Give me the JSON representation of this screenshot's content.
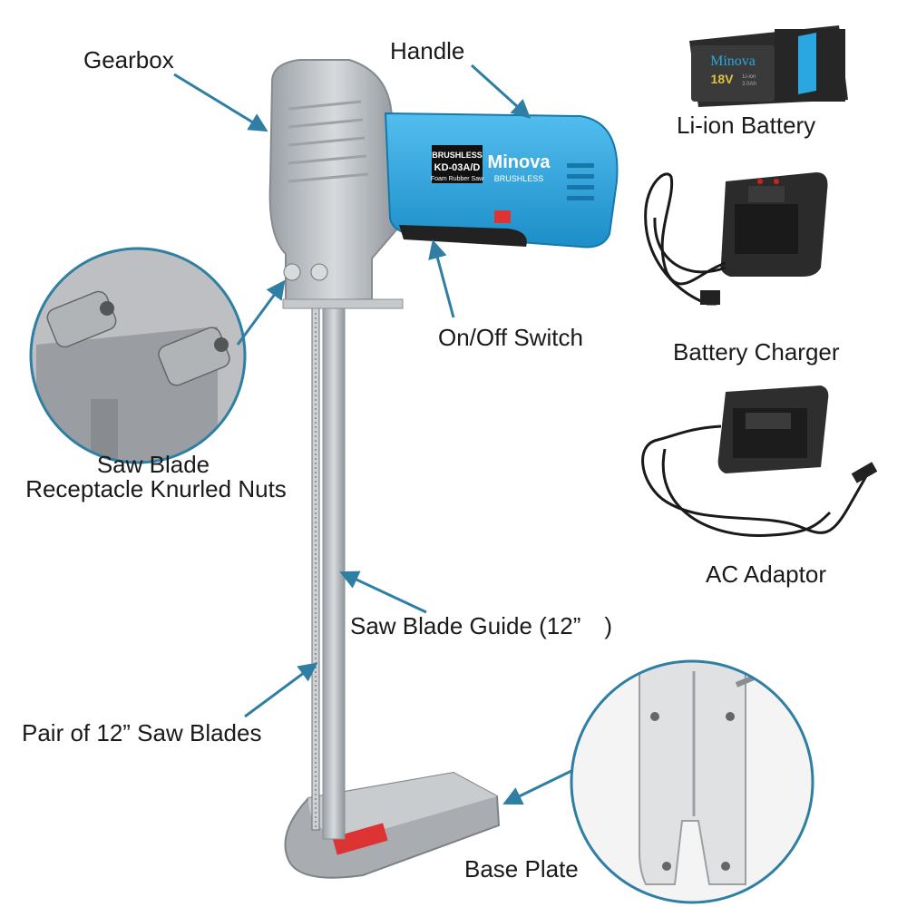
{
  "labels": {
    "gearbox": "Gearbox",
    "handle": "Handle",
    "battery": "Li-ion Battery",
    "onoff": "On/Off Switch",
    "charger": "Battery Charger",
    "nuts_line1": "Saw Blade",
    "nuts_line2": "Receptacle Knurled Nuts",
    "guide": "Saw Blade Guide (12”　)",
    "blades": "Pair of 12” Saw Blades",
    "adaptor": "AC Adaptor",
    "base": "Base Plate"
  },
  "product": {
    "tag1": "BRUSHLESS",
    "model": "KD-03A/D",
    "subtitle": "Foam Rubber Saw",
    "brand": "Minova",
    "brand_sub": "BRUSHLESS"
  },
  "battery": {
    "brand": "Minova",
    "voltage": "18V",
    "chem": "Li-ion",
    "capacity": "3.0Ah"
  },
  "colors": {
    "arrow": "#2e7fa3",
    "tool_blue": "#2aa7e0",
    "metal": "#b9bcc0",
    "dark": "#2b2b2b"
  }
}
